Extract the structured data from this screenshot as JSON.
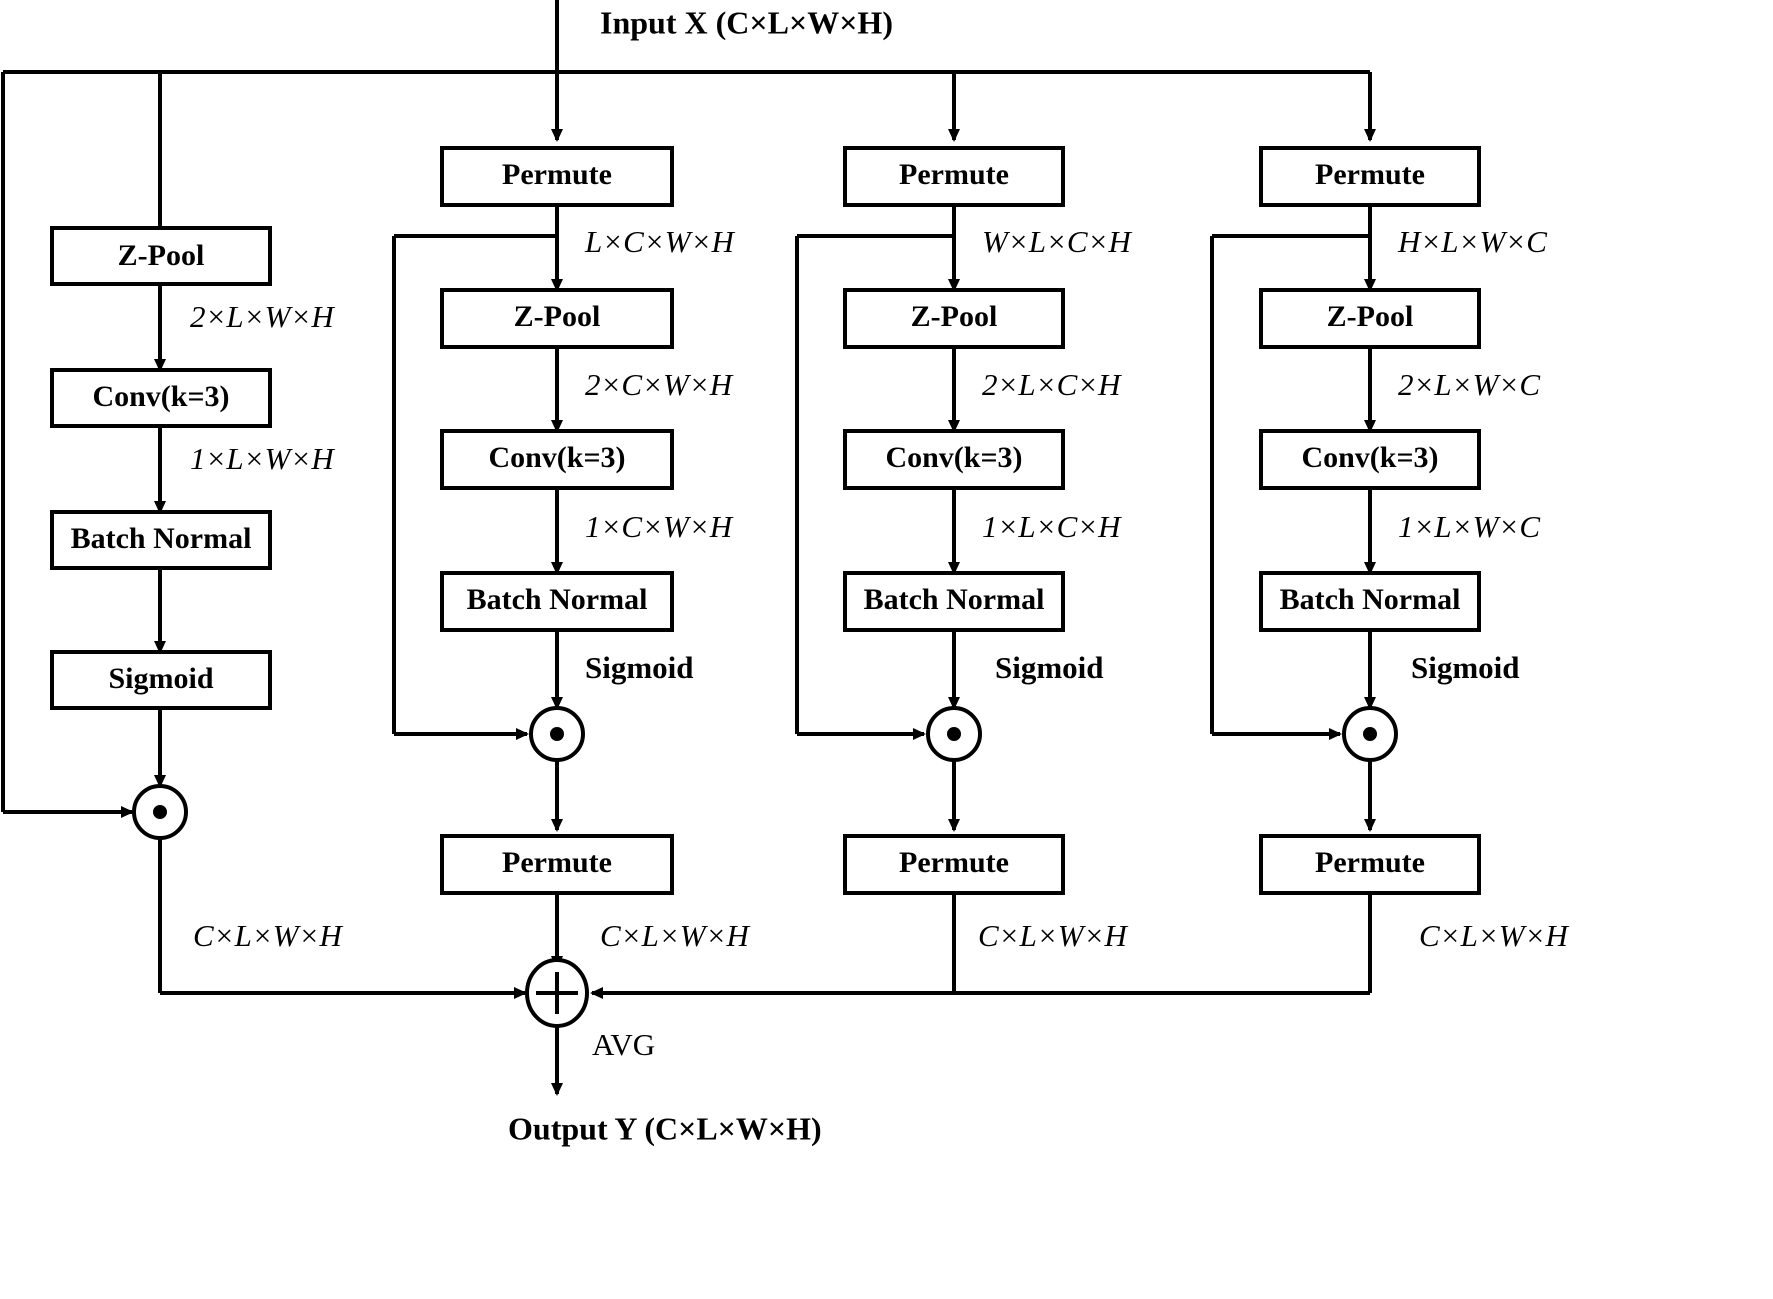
{
  "figure": {
    "type": "neural-network-block-diagram",
    "title_top": "Input  X (C×L×W×H)",
    "title_bottom": "Output  Y (C×L×W×H)",
    "avg_label": "AVG",
    "node_labels": {
      "zpool": "Z-Pool",
      "conv": "Conv(k=3)",
      "batchnorm": "Batch Normal",
      "sigmoid": "Sigmoid",
      "permute": "Permute",
      "multiply": "⊙",
      "sum": "+"
    },
    "branches": [
      {
        "id": "branch-1",
        "has_permute_in": false,
        "has_permute_out": false,
        "blocks": [
          "Z-Pool",
          "Conv(k=3)",
          "Batch Normal",
          "Sigmoid"
        ],
        "dims": {
          "after_permute_in": "",
          "after_zpool": "2×L×W×H",
          "after_conv": "1×L×W×H",
          "sigmoid_label": "",
          "output": "C×L×W×H"
        }
      },
      {
        "id": "branch-2",
        "has_permute_in": true,
        "has_permute_out": true,
        "blocks": [
          "Permute",
          "Z-Pool",
          "Conv(k=3)",
          "Batch Normal",
          "Permute"
        ],
        "dims": {
          "after_permute_in": "L×C×W×H",
          "after_zpool": "2×C×W×H",
          "after_conv": "1×C×W×H",
          "sigmoid_label": "Sigmoid",
          "output": "C×L×W×H"
        }
      },
      {
        "id": "branch-3",
        "has_permute_in": true,
        "has_permute_out": true,
        "blocks": [
          "Permute",
          "Z-Pool",
          "Conv(k=3)",
          "Batch Normal",
          "Permute"
        ],
        "dims": {
          "after_permute_in": "W×L×C×H",
          "after_zpool": "2×L×C×H",
          "after_conv": "1×L×C×H",
          "sigmoid_label": "Sigmoid",
          "output": "C×L×W×H"
        }
      },
      {
        "id": "branch-4",
        "has_permute_in": true,
        "has_permute_out": true,
        "blocks": [
          "Permute",
          "Z-Pool",
          "Conv(k=3)",
          "Batch Normal",
          "Permute"
        ],
        "dims": {
          "after_permute_in": "H×L×W×C",
          "after_zpool": "2×L×W×C",
          "after_conv": "1×L×W×C",
          "sigmoid_label": "Sigmoid",
          "output": "C×L×W×H"
        }
      }
    ],
    "colors": {
      "stroke": "#000000",
      "fill": "#ffffff",
      "background": "#ffffff"
    }
  }
}
